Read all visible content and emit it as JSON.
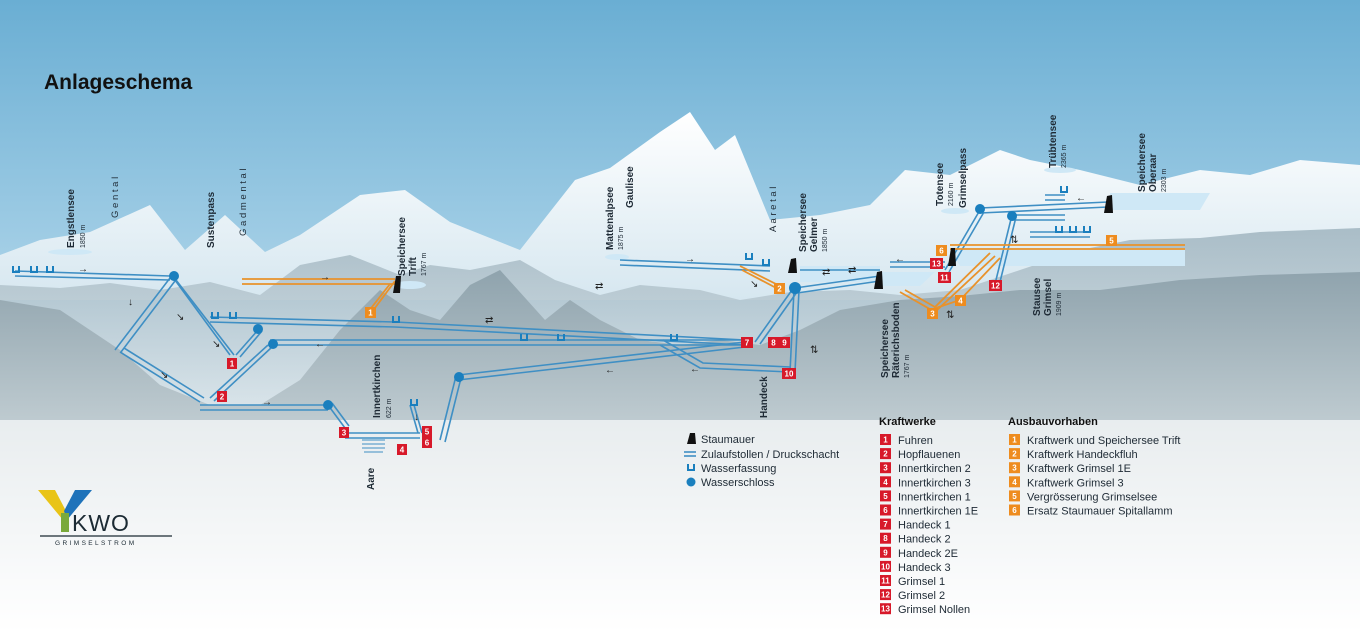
{
  "title": "Anlageschema",
  "labels": {
    "gental": "G e n t a l",
    "gadmental": "G a d m e n t a l",
    "sustenpass": "Sustenpass",
    "engstlensee": "Engstlensee",
    "engstlensee_elev": "1850 m",
    "speichersee_trift": "Speichersee",
    "speichersee_trift_2": "Trift",
    "trift_elev": "1767 m",
    "innertkirchen": "Innertkirchen",
    "innertkirchen_elev": "622 m",
    "aare": "Aare",
    "mattenalpsee": "Mattenalpsee",
    "mattenalpsee_elev": "1875 m",
    "gaulisee": "Gaulisee",
    "aaretal": "A a r e t a l",
    "speichersee_gelmer": "Speichersee",
    "gelmer": "Gelmer",
    "gelmer_elev": "1850 m",
    "handeck": "Handeck",
    "speichersee_raeterichsboden": "Speichersee",
    "raeterichsboden": "Räterichsboden",
    "raeterichsboden_elev": "1767 m",
    "totensee": "Totensee",
    "totensee_elev": "2160 m",
    "grimselpass": "Grimselpass",
    "truebtensee": "Trübtensee",
    "truebtensee_elev": "2365 m",
    "speichersee_oberaar": "Speichersee",
    "oberaar": "Oberaar",
    "oberaar_elev": "2303 m",
    "stausee_grimsel": "Stausee",
    "grimsel": "Grimsel",
    "grimsel_elev": "1909 m"
  },
  "diagram_badges": {
    "red": [
      "1",
      "2",
      "3",
      "4",
      "5",
      "6",
      "7",
      "8",
      "9",
      "10",
      "11",
      "12",
      "13"
    ],
    "orange": [
      "1",
      "2",
      "3",
      "4",
      "5",
      "6"
    ]
  },
  "legend_symbols": {
    "items": [
      "Staumauer",
      "Zulaufstollen / Druckschacht",
      "Wasserfassung",
      "Wasserschloss"
    ]
  },
  "legend_kraftwerke": {
    "heading": "Kraftwerke",
    "items": [
      {
        "num": "1",
        "name": "Fuhren"
      },
      {
        "num": "2",
        "name": "Hopflauenen"
      },
      {
        "num": "3",
        "name": "Innertkirchen 2"
      },
      {
        "num": "4",
        "name": "Innertkirchen 3"
      },
      {
        "num": "5",
        "name": "Innertkirchen 1"
      },
      {
        "num": "6",
        "name": "Innertkirchen 1E"
      },
      {
        "num": "7",
        "name": "Handeck 1"
      },
      {
        "num": "8",
        "name": "Handeck 2"
      },
      {
        "num": "9",
        "name": "Handeck 2E"
      },
      {
        "num": "10",
        "name": "Handeck 3"
      },
      {
        "num": "11",
        "name": "Grimsel 1"
      },
      {
        "num": "12",
        "name": "Grimsel 2"
      },
      {
        "num": "13",
        "name": "Grimsel Nollen"
      }
    ]
  },
  "legend_ausbau": {
    "heading": "Ausbauvorhaben",
    "items": [
      {
        "num": "1",
        "name": "Kraftwerk und Speichersee Trift"
      },
      {
        "num": "2",
        "name": "Kraftwerk Handeckfluh"
      },
      {
        "num": "3",
        "name": "Kraftwerk Grimsel 1E"
      },
      {
        "num": "4",
        "name": "Kraftwerk Grimsel 3"
      },
      {
        "num": "5",
        "name": "Vergrösserung Grimselsee"
      },
      {
        "num": "6",
        "name": "Ersatz Staumauer Spitallamm"
      }
    ]
  },
  "logo": {
    "name": "KWO",
    "tagline": "GRIMSELSTROM"
  },
  "colors": {
    "sky_top": "#6aaed3",
    "tunnel": "#3f8fc4",
    "shaft_orange": "#e8922b",
    "badge_red": "#d7192a",
    "badge_orange": "#ee8c1f",
    "node_blue": "#1a7fbe",
    "logo_yellow": "#e9c417",
    "logo_blue": "#1f73ba",
    "logo_green": "#7aa93a"
  },
  "icons": [
    "dam-icon",
    "intake-icon",
    "surge-tank-icon",
    "flow-arrow-icon"
  ]
}
